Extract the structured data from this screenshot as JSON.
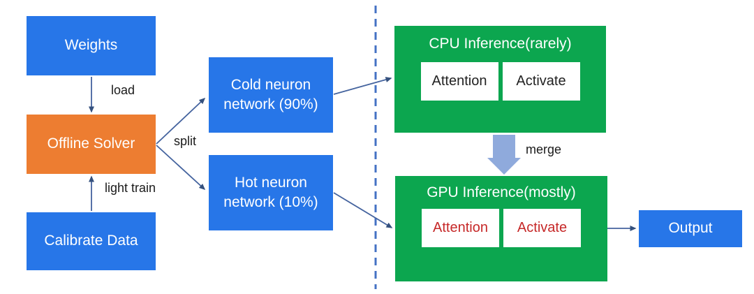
{
  "diagram": {
    "nodes": {
      "weights": {
        "label": "Weights"
      },
      "offline_solver": {
        "label": "Offline Solver"
      },
      "calibrate_data": {
        "label": "Calibrate Data"
      },
      "cold_network": {
        "label": "Cold neuron network (90%)"
      },
      "hot_network": {
        "label": "Hot neuron network (10%)"
      },
      "cpu_inference": {
        "title": "CPU Inference(rarely)",
        "attention": "Attention",
        "activate": "Activate"
      },
      "gpu_inference": {
        "title": "GPU Inference(mostly)",
        "attention": "Attention",
        "activate": "Activate"
      },
      "output": {
        "label": "Output"
      }
    },
    "edge_labels": {
      "load": "load",
      "light_train": "light train",
      "split": "split",
      "merge": "merge"
    },
    "colors": {
      "blue_node": "#2776E8",
      "orange_node": "#ED7D31",
      "green_node": "#0CA64F",
      "subbox_dark_text": "#222222",
      "subbox_red_text": "#C62828",
      "arrow_line": "#44639E",
      "arrowhead": "#35517E",
      "dashed_divider": "#4472C4",
      "merge_block_arrow": "#8FAADC"
    }
  }
}
